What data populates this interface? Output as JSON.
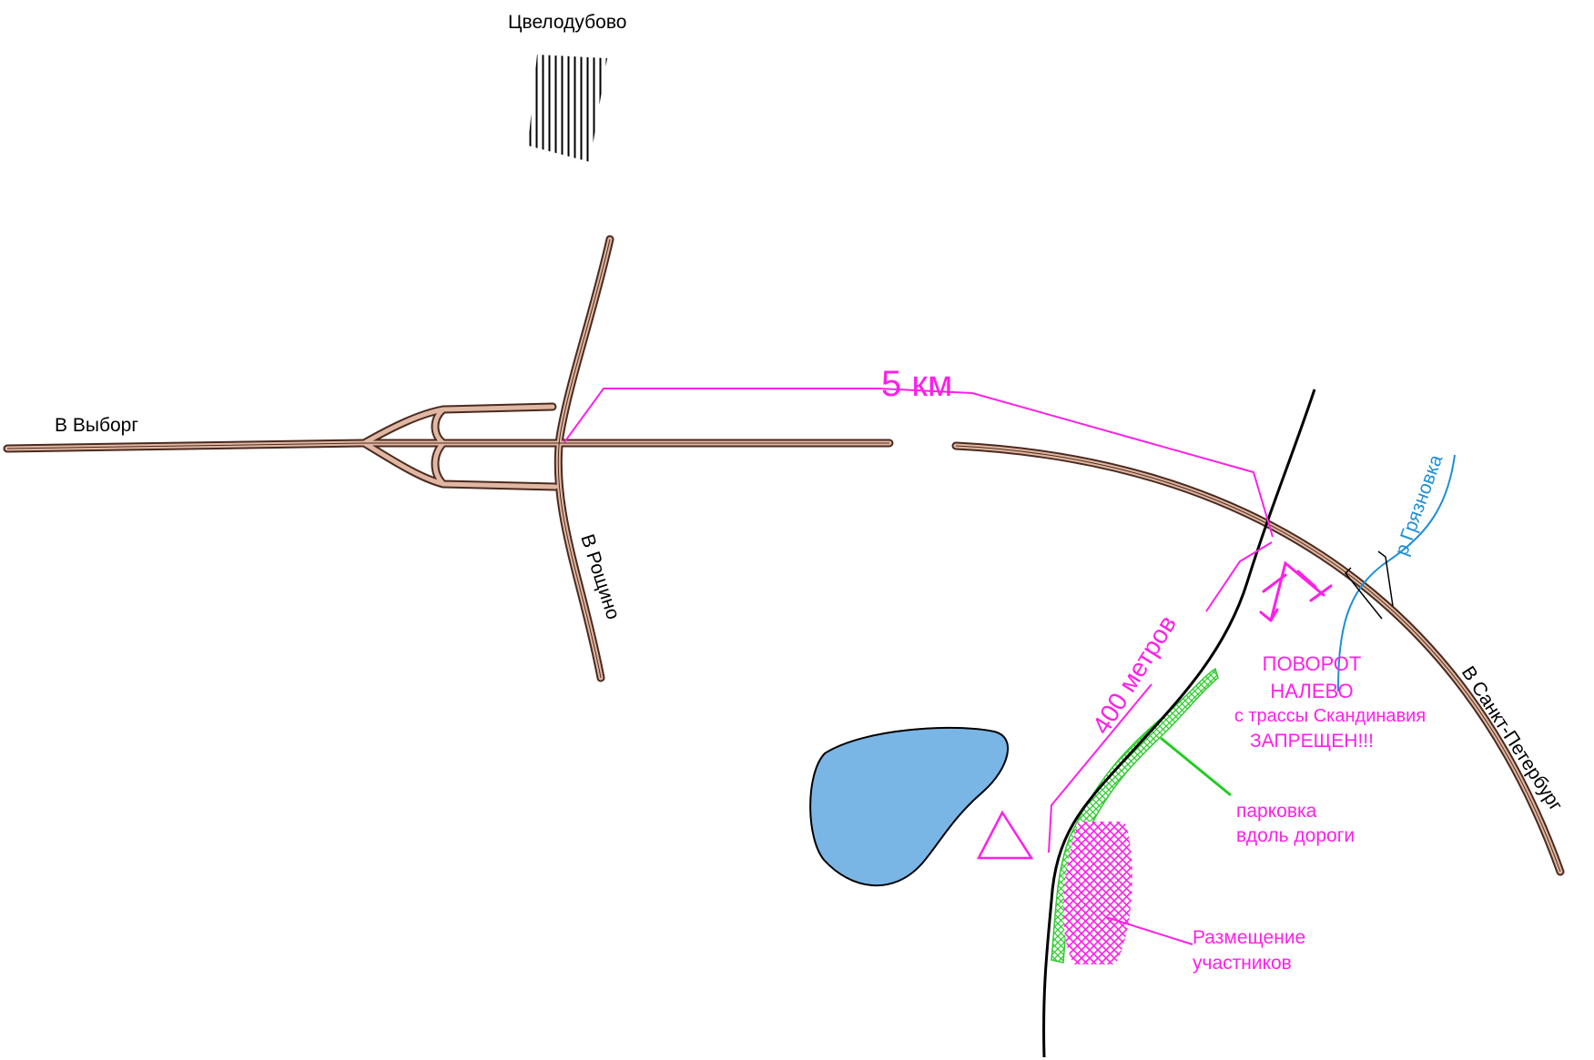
{
  "labels": {
    "village": "Цвелодубово",
    "to_vyborg": "В Выборг",
    "to_roshchino": "В Рощино",
    "to_spb": "В Санкт-Петербург",
    "river": "р.Грязновка",
    "dist_5km": "5 км",
    "dist_400m": "400 метров",
    "warning_line1": "ПОВОРОТ",
    "warning_line2": "НАЛЕВО",
    "warning_line3": "с трассы Скандинавия",
    "warning_line4": "ЗАПРЕЩЕН!!!",
    "parking_line1": "парковка",
    "parking_line2": "вдоль дороги",
    "camp_line1": "Размещение",
    "camp_line2": "участников"
  },
  "colors": {
    "road_fill": "#e0b7a2",
    "road_edge": "#4a2a1f",
    "annotation": "#ff1fe8",
    "river": "#1c8fd6",
    "lake": "#79b6e6",
    "parking": "#22cc22",
    "rail": "#000000"
  },
  "icons": {
    "camp_marker": "triangle-icon",
    "no_turn": "crossed-arrow-icon",
    "bridge": "bridge-icon",
    "village": "hatched-settlement-icon"
  }
}
